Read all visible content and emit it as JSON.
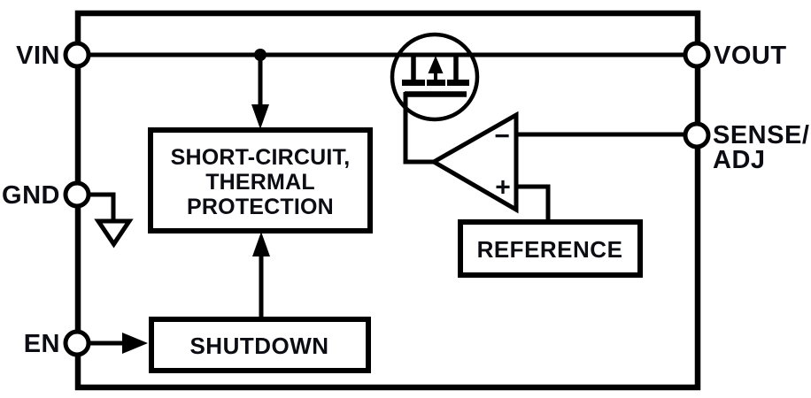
{
  "diagram": {
    "title": "voltage-regulator-functional-block-diagram",
    "colors": {
      "wire": "#000000",
      "text": "#0c0c13",
      "background": "#ffffff",
      "block_fill": "#ffffff"
    },
    "pins": {
      "vin": {
        "label": "VIN"
      },
      "gnd": {
        "label": "GND"
      },
      "en": {
        "label": "EN"
      },
      "vout": {
        "label": "VOUT"
      },
      "sense_adj": {
        "lines": [
          "SENSE/",
          "ADJ"
        ]
      }
    },
    "blocks": {
      "protection": {
        "lines": [
          "SHORT-CIRCUIT,",
          "THERMAL",
          "PROTECTION"
        ]
      },
      "shutdown": {
        "label": "SHUTDOWN"
      },
      "reference": {
        "label": "REFERENCE"
      }
    },
    "amplifier": {
      "minus_label": "−",
      "plus_label": "+"
    },
    "symbols": {
      "pass_transistor": "p-channel-mosfet-icon",
      "ground": "ground-symbol-icon",
      "amplifier": "error-amplifier-icon"
    }
  }
}
